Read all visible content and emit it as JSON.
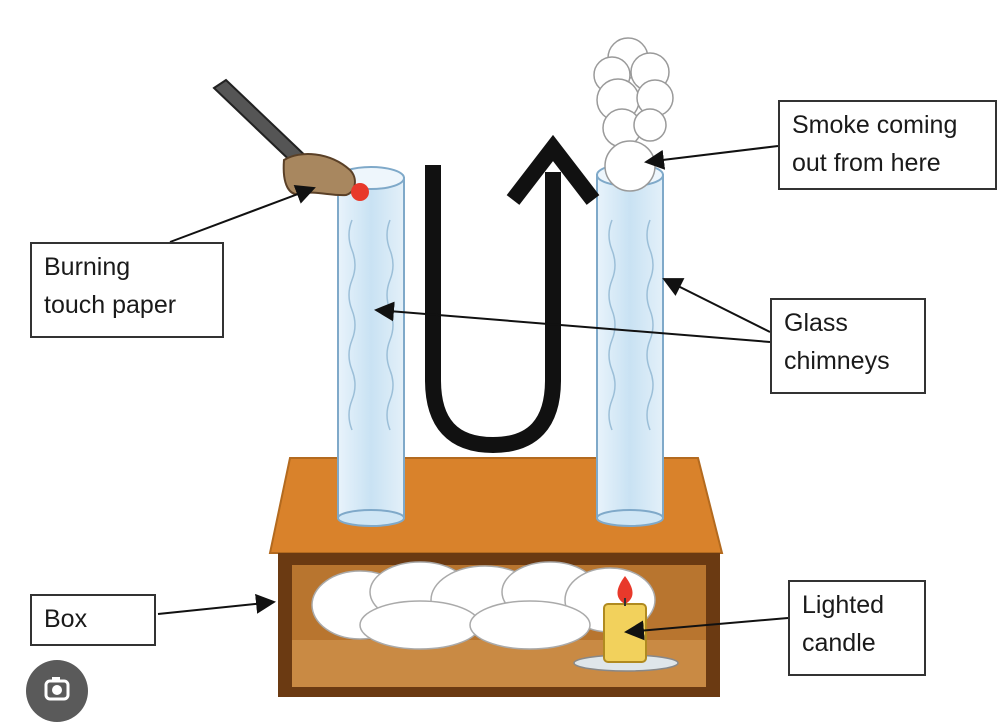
{
  "labels": {
    "burning_paper": {
      "line1": "Burning",
      "line2": "touch paper"
    },
    "smoke": {
      "line1": "Smoke coming",
      "line2": "out from here"
    },
    "glass": {
      "line1": "Glass",
      "line2": "chimneys"
    },
    "box": {
      "line1": "Box"
    },
    "candle": {
      "line1": "Lighted",
      "line2": "candle"
    }
  },
  "colors": {
    "box_top": "#d9822b",
    "box_front": "#b8752f",
    "box_frame": "#6b3a12",
    "glass": "#cfe6f5",
    "glass_edge": "#7fa9c9",
    "arrow": "#111111",
    "candle": "#f2d15c",
    "flame": "#e8392b",
    "smoke": "#ffffff"
  },
  "icons": {
    "overlay_button": "lens-search-icon"
  }
}
